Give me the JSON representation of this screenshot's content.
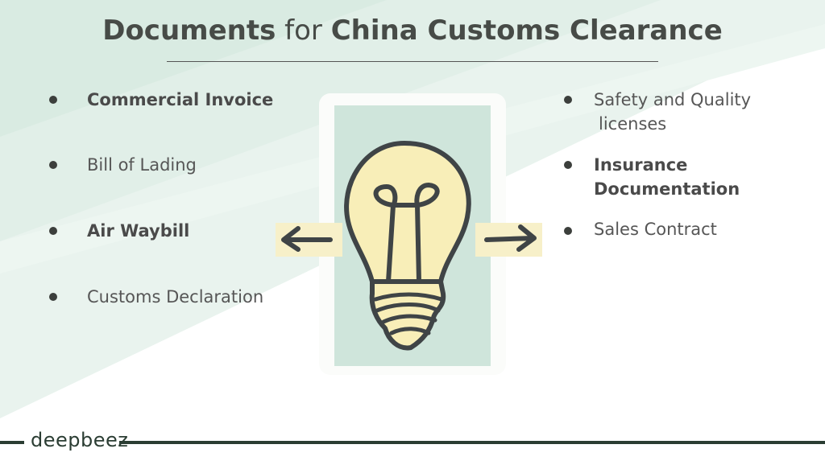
{
  "title": {
    "part1": "Documents",
    "part2": " for ",
    "part3": "China Customs Clearance"
  },
  "left_list": [
    {
      "text": "Commercial Invoice",
      "bold": true
    },
    {
      "text": "Bill of Lading",
      "bold": false
    },
    {
      "text": "Air Waybill",
      "bold": true
    },
    {
      "text": "Customs Declaration",
      "bold": false
    }
  ],
  "right_list": [
    {
      "line1": "Safety and Quality",
      "line2": "licenses",
      "bold": false
    },
    {
      "line1": "Insurance",
      "line2": "Documentation",
      "bold": true
    },
    {
      "line1": "Sales Contract",
      "line2": "",
      "bold": false
    }
  ],
  "logo": "deepbeez",
  "colors": {
    "mint": "#cfe5db",
    "bulb": "#f8eeb8",
    "ink": "#3f4446",
    "footer": "#2b3d33"
  },
  "icons": [
    "lightbulb-icon",
    "arrow-left-icon",
    "arrow-right-icon"
  ]
}
